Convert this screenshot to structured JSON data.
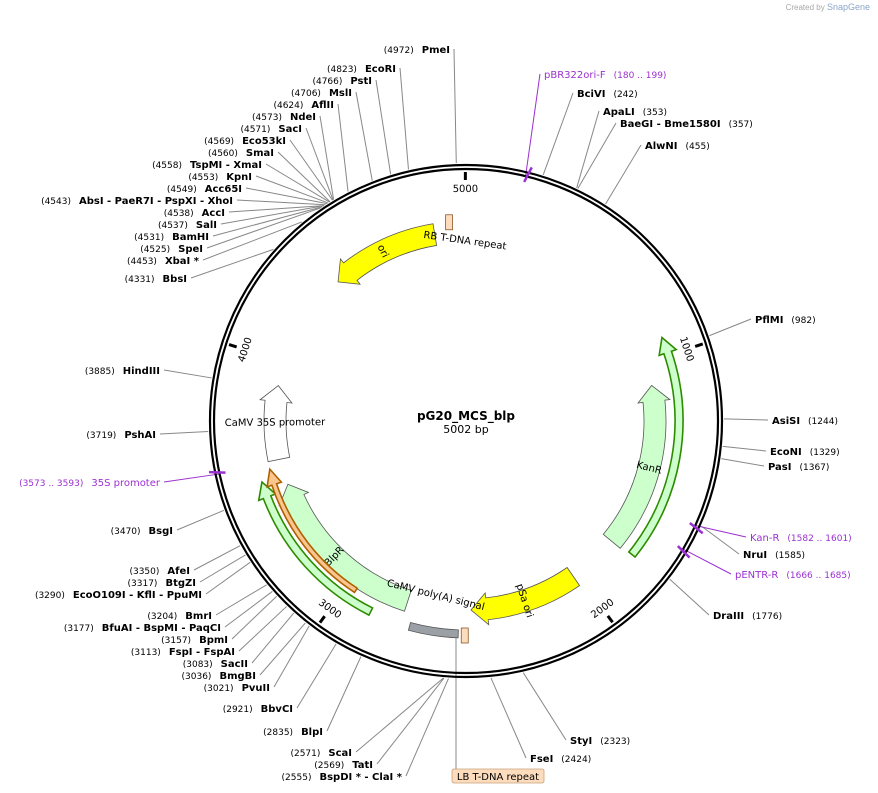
{
  "credit": {
    "prefix": "Created by",
    "brand": "SnapGene"
  },
  "plasmid": {
    "name": "pG20_MCS_blp",
    "length_label": "5002 bp",
    "length": 5002
  },
  "ticks": [
    {
      "label": "1000",
      "pos": 1000
    },
    {
      "label": "2000",
      "pos": 2000
    },
    {
      "label": "3000",
      "pos": 3000
    },
    {
      "label": "4000",
      "pos": 4000
    },
    {
      "label": "5000",
      "pos": 5000
    }
  ],
  "features": [
    {
      "name": "ori",
      "start": 4410,
      "end": 4870,
      "strand": -1,
      "track": 1,
      "color": "#ffff00"
    },
    {
      "name": "KanR",
      "start": 1100,
      "end": 1800,
      "strand": -1,
      "track": 1,
      "color": "#ccffcc"
    },
    {
      "name": "KanR",
      "start": 930,
      "end": 1790,
      "strand": -1,
      "track": 0,
      "color": "#ccffcc",
      "outline": "#2e8b00"
    },
    {
      "name": "pSa ori",
      "start": 2020,
      "end": 2480,
      "strand": 1,
      "track": 1,
      "color": "#ffff00"
    },
    {
      "name": "CaMV poly(A) signal",
      "start": 2530,
      "end": 2715,
      "strand": 0,
      "track": 0,
      "color": "#9aa0a6"
    },
    {
      "name": "BlpR",
      "start": 2750,
      "end": 3480,
      "strand": 1,
      "track": 1,
      "color": "#ccffcc"
    },
    {
      "name": "",
      "start": 2870,
      "end": 3520,
      "strand": 1,
      "track": 0,
      "color": "#ccffcc",
      "outline": "#2e8b00"
    },
    {
      "name": "",
      "start": 2960,
      "end": 3560,
      "strand": 1,
      "track": -1,
      "color": "#f8c68e",
      "outline": "#b06000"
    },
    {
      "name": "CaMV 35S promoter",
      "start": 3590,
      "end": 3900,
      "strand": 1,
      "track": 2,
      "color": "#ffffff"
    }
  ],
  "repeats": [
    {
      "name": "RB T-DNA repeat",
      "start": 4920,
      "end": 4945
    },
    {
      "name": "LB T-DNA repeat",
      "start": 2495,
      "end": 2520
    }
  ],
  "primers": [
    {
      "name": "pBR322ori-F",
      "range": "(180 .. 199)",
      "pos": 190
    },
    {
      "name": "Kan-R",
      "range": "(1582 .. 1601)",
      "pos": 1591
    },
    {
      "name": "pENTR-R",
      "range": "(1666 .. 1685)",
      "pos": 1675
    },
    {
      "name": "35S promoter",
      "range": "(3573 .. 3593)",
      "pos": 3583
    }
  ],
  "right_labels": [
    {
      "name": "BciVI",
      "pos_label": "(242)",
      "pos": 242
    },
    {
      "name": "ApaLI",
      "pos_label": "(353)",
      "pos": 353
    },
    {
      "name": "BaeGI - Bme1580I",
      "pos_label": "(357)",
      "pos": 357
    },
    {
      "name": "AlwNI",
      "pos_label": "(455)",
      "pos": 455
    },
    {
      "name": "PflMI",
      "pos_label": "(982)",
      "pos": 982
    },
    {
      "name": "AsiSI",
      "pos_label": "(1244)",
      "pos": 1244
    },
    {
      "name": "EcoNI",
      "pos_label": "(1329)",
      "pos": 1329
    },
    {
      "name": "PasI",
      "pos_label": "(1367)",
      "pos": 1367
    },
    {
      "name": "NruI",
      "pos_label": "(1585)",
      "pos": 1585
    },
    {
      "name": "DraIII",
      "pos_label": "(1776)",
      "pos": 1776
    },
    {
      "name": "StyI",
      "pos_label": "(2323)",
      "pos": 2323
    },
    {
      "name": "FseI",
      "pos_label": "(2424)",
      "pos": 2424
    }
  ],
  "left_labels": [
    {
      "name": "PmeI",
      "pos_label": "(4972)",
      "pos": 4972
    },
    {
      "name": "EcoRI",
      "pos_label": "(4823)",
      "pos": 4823
    },
    {
      "name": "PstI",
      "pos_label": "(4766)",
      "pos": 4766
    },
    {
      "name": "MslI",
      "pos_label": "(4706)",
      "pos": 4706
    },
    {
      "name": "AflII",
      "pos_label": "(4624)",
      "pos": 4624
    },
    {
      "name": "NdeI",
      "pos_label": "(4573)",
      "pos": 4573
    },
    {
      "name": "SacI",
      "pos_label": "(4571)",
      "pos": 4571
    },
    {
      "name": "Eco53kI",
      "pos_label": "(4569)",
      "pos": 4569
    },
    {
      "name": "SmaI",
      "pos_label": "(4560)",
      "pos": 4560
    },
    {
      "name": "TspMI - XmaI",
      "pos_label": "(4558)",
      "pos": 4558
    },
    {
      "name": "KpnI",
      "pos_label": "(4553)",
      "pos": 4553
    },
    {
      "name": "Acc65I",
      "pos_label": "(4549)",
      "pos": 4549
    },
    {
      "name": "AbsI - PaeR7I - PspXI - XhoI",
      "pos_label": "(4543)",
      "pos": 4543
    },
    {
      "name": "AccI",
      "pos_label": "(4538)",
      "pos": 4538
    },
    {
      "name": "SalI",
      "pos_label": "(4537)",
      "pos": 4537
    },
    {
      "name": "BamHI",
      "pos_label": "(4531)",
      "pos": 4531
    },
    {
      "name": "SpeI",
      "pos_label": "(4525)",
      "pos": 4525
    },
    {
      "name": "XbaI *",
      "pos_label": "(4453)",
      "pos": 4453
    },
    {
      "name": "BbsI",
      "pos_label": "(4331)",
      "pos": 4331
    },
    {
      "name": "HindIII",
      "pos_label": "(3885)",
      "pos": 3885
    },
    {
      "name": "PshAI",
      "pos_label": "(3719)",
      "pos": 3719
    },
    {
      "name": "BsgI",
      "pos_label": "(3470)",
      "pos": 3470
    },
    {
      "name": "AfeI",
      "pos_label": "(3350)",
      "pos": 3350
    },
    {
      "name": "BtgZI",
      "pos_label": "(3317)",
      "pos": 3317
    },
    {
      "name": "EcoO109I - KflI - PpuMI",
      "pos_label": "(3290)",
      "pos": 3290
    },
    {
      "name": "BmrI",
      "pos_label": "(3204)",
      "pos": 3204
    },
    {
      "name": "BfuAI - BspMI - PaqCI",
      "pos_label": "(3177)",
      "pos": 3177
    },
    {
      "name": "BpmI",
      "pos_label": "(3157)",
      "pos": 3157
    },
    {
      "name": "FspI - FspAI",
      "pos_label": "(3113)",
      "pos": 3113
    },
    {
      "name": "SacII",
      "pos_label": "(3083)",
      "pos": 3083
    },
    {
      "name": "BmgBI",
      "pos_label": "(3036)",
      "pos": 3036
    },
    {
      "name": "PvuII",
      "pos_label": "(3021)",
      "pos": 3021
    },
    {
      "name": "BbvCI",
      "pos_label": "(2921)",
      "pos": 2921
    },
    {
      "name": "BlpI",
      "pos_label": "(2835)",
      "pos": 2835
    },
    {
      "name": "ScaI",
      "pos_label": "(2571)",
      "pos": 2571
    },
    {
      "name": "TatI",
      "pos_label": "(2569)",
      "pos": 2569
    },
    {
      "name": "BspDI * - ClaI *",
      "pos_label": "(2555)",
      "pos": 2555
    }
  ],
  "colors": {
    "primer": "#9b30d0",
    "backbone": "#000000",
    "leader": "#888888"
  }
}
